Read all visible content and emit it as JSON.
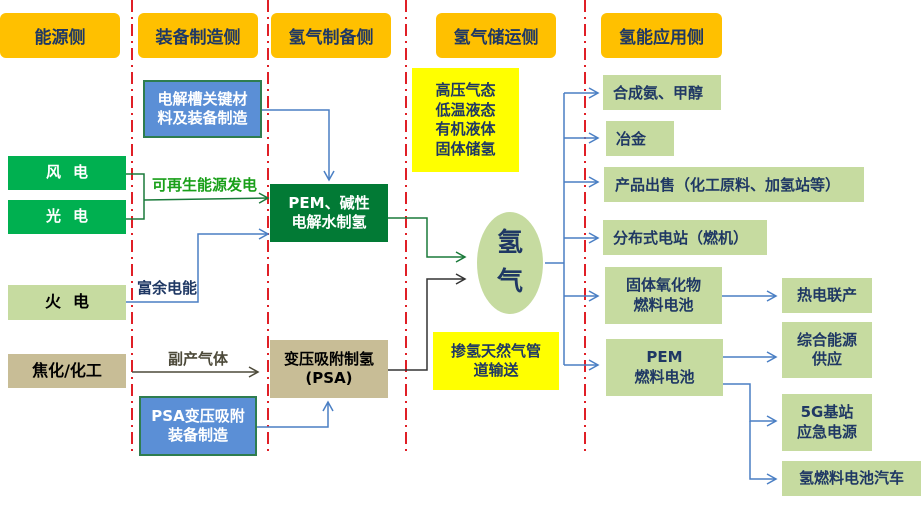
{
  "headers": {
    "energy_side": "能源侧",
    "equipment_side": "装备制造侧",
    "production_side": "氢气制备侧",
    "storage_side": "氢气储运侧",
    "application_side": "氢能应用侧"
  },
  "energy_sources": {
    "wind": "风电",
    "solar": "光电",
    "thermal": "火电",
    "coking": "焦化/化工"
  },
  "equipment": {
    "electrolyzer": [
      "电解槽关键材",
      "料及装备制造"
    ],
    "psa_equipment": [
      "PSA变压吸附",
      "装备制造"
    ]
  },
  "flow_labels": {
    "renewable": "可再生能源发电",
    "surplus": "富余电能",
    "byproduct": "副产气体"
  },
  "production": {
    "electrolysis": [
      "PEM、碱性",
      "电解水制氢"
    ],
    "psa": [
      "变压吸附制氢",
      "(PSA)"
    ]
  },
  "storage": {
    "methods": [
      "高压气态",
      "低温液态",
      "有机液体",
      "固体储氢"
    ],
    "pipeline": [
      "掺氢天然气管",
      "道输送"
    ],
    "hydrogen": [
      "氢",
      "气"
    ]
  },
  "applications": {
    "ammonia": "合成氨、甲醇",
    "metallurgy": "冶金",
    "product_sales": "产品出售（化工原料、加氢站等）",
    "distributed_power": "分布式电站（燃机）",
    "sofc": [
      "固体氧化物",
      "燃料电池"
    ],
    "pemfc": [
      "PEM",
      "燃料电池"
    ],
    "chp": "热电联产",
    "integrated_energy": [
      "综合能源",
      "供应"
    ],
    "base_station": [
      "5G基站",
      "应急电源"
    ],
    "fcv": "氢燃料电池汽车"
  },
  "colors": {
    "header": "#ffc000",
    "divider": "#e01f26",
    "renewable": "#00b050",
    "electrolysis": "#027a35",
    "equipment": "#5b8fd6",
    "application": "#c6dba0",
    "psa": "#c8bd96",
    "storage": "#ffff00",
    "text": "#1f3864"
  }
}
